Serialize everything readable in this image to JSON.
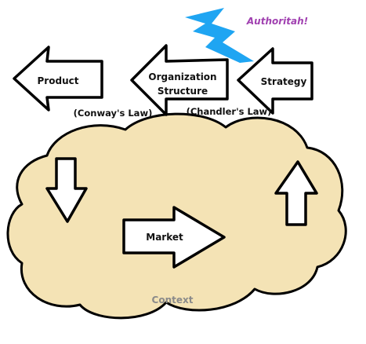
{
  "nodes": {
    "product": "Product",
    "organization_line1": "Organization",
    "organization_line2": "Structure",
    "strategy": "Strategy",
    "market": "Market",
    "context": "Context"
  },
  "laws": {
    "conway": "(Conway's Law)",
    "chandler": "(Chandler's Law)"
  },
  "annotation": {
    "authoritah": "Authoritah!"
  },
  "colors": {
    "cloud_fill": "#f4e3b5",
    "lightning_fill": "#1fa5f2",
    "authoritah_text": "#a040b0",
    "context_text": "#8a8a8a"
  },
  "icons": {
    "lightning": "lightning-bolt-icon"
  }
}
